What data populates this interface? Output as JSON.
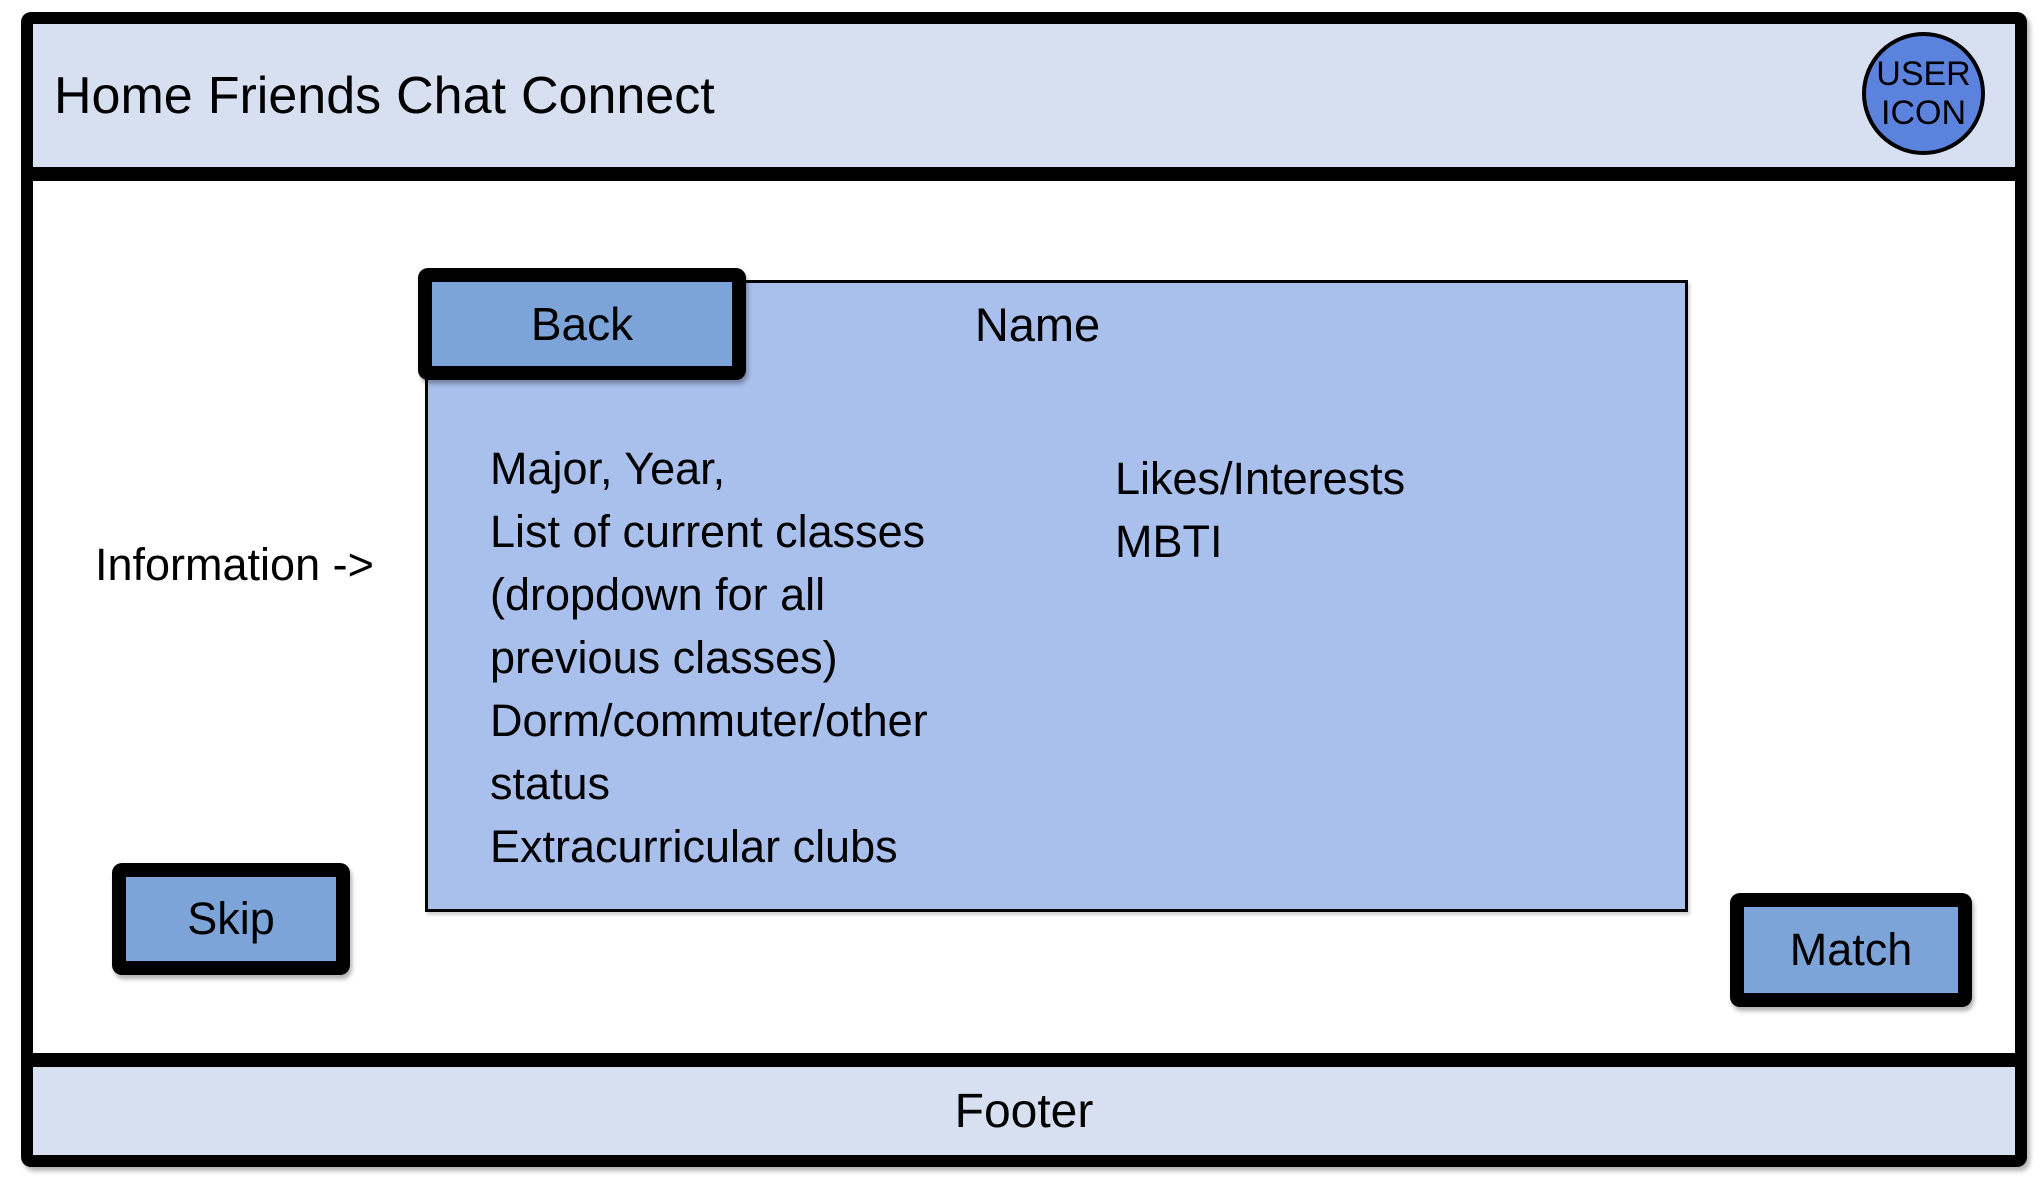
{
  "colors": {
    "header_footer_bg": "#d6e0f1",
    "card_bg": "#a9bfec",
    "button_bg": "#7ca4d9",
    "avatar_bg": "#5b82dc",
    "outline": "#000000"
  },
  "nav": {
    "items": [
      "Home",
      "Friends",
      "Chat",
      "Connect"
    ]
  },
  "header": {
    "user_icon_label": "USER\nICON"
  },
  "annotations": {
    "information_label": "Information ->"
  },
  "card": {
    "back_label": "Back",
    "name_label": "Name",
    "info_left": "Major, Year,\nList of current classes\n(dropdown for all\nprevious classes)\nDorm/commuter/other\nstatus\nExtracurricular clubs",
    "info_right": "Likes/Interests\nMBTI"
  },
  "actions": {
    "skip_label": "Skip",
    "match_label": "Match"
  },
  "footer": {
    "label": "Footer"
  }
}
